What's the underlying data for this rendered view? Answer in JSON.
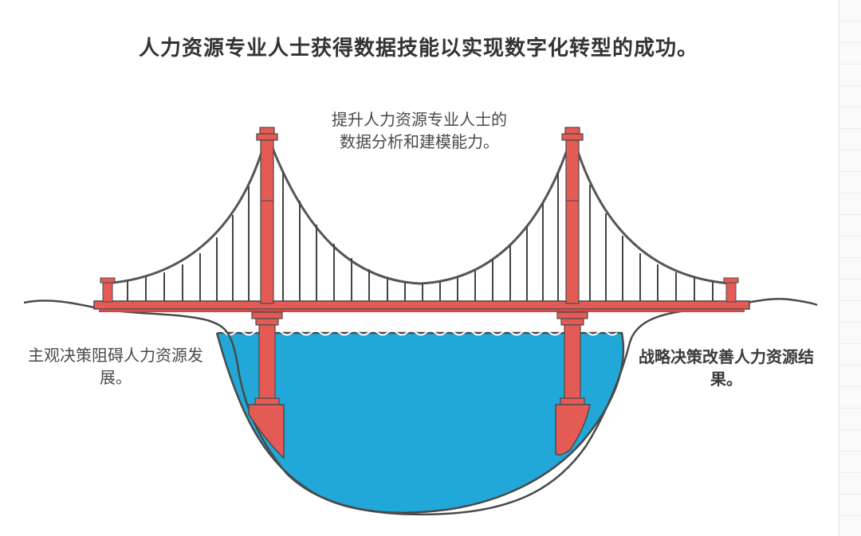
{
  "title": "人力资源专业人士获得数据技能以实现数字化转型的成功。",
  "labels": {
    "top": "提升人力资源专业人士的数据分析和建模能力。",
    "left": "主观决策阻碍人力资源发展。",
    "right": "战略决策改善人力资源结果。"
  },
  "colors": {
    "bridge_red": "#e45a55",
    "water_blue": "#21a8d8",
    "outline": "#4a4a4a",
    "text": "#333333"
  }
}
